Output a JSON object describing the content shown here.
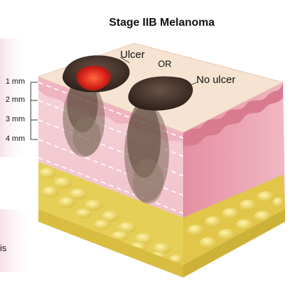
{
  "title": "Stage IIB Melanoma",
  "labels": {
    "ulcer": "Ulcer",
    "or": "OR",
    "no_ulcer": "No ulcer",
    "cut_off_text": "is"
  },
  "depth_scale": [
    "1 mm",
    "2 mm",
    "3 mm",
    "4 mm"
  ],
  "colors": {
    "epidermis": "#f3cfd6",
    "dermis_front": "#f4c6cf",
    "dermis_side": "#e79aaa",
    "skin_top": "#f7e6d6",
    "fat": "#e8d35a",
    "tumor_dark": "#3a2a22",
    "ulcer_red": "#d92a1a"
  }
}
